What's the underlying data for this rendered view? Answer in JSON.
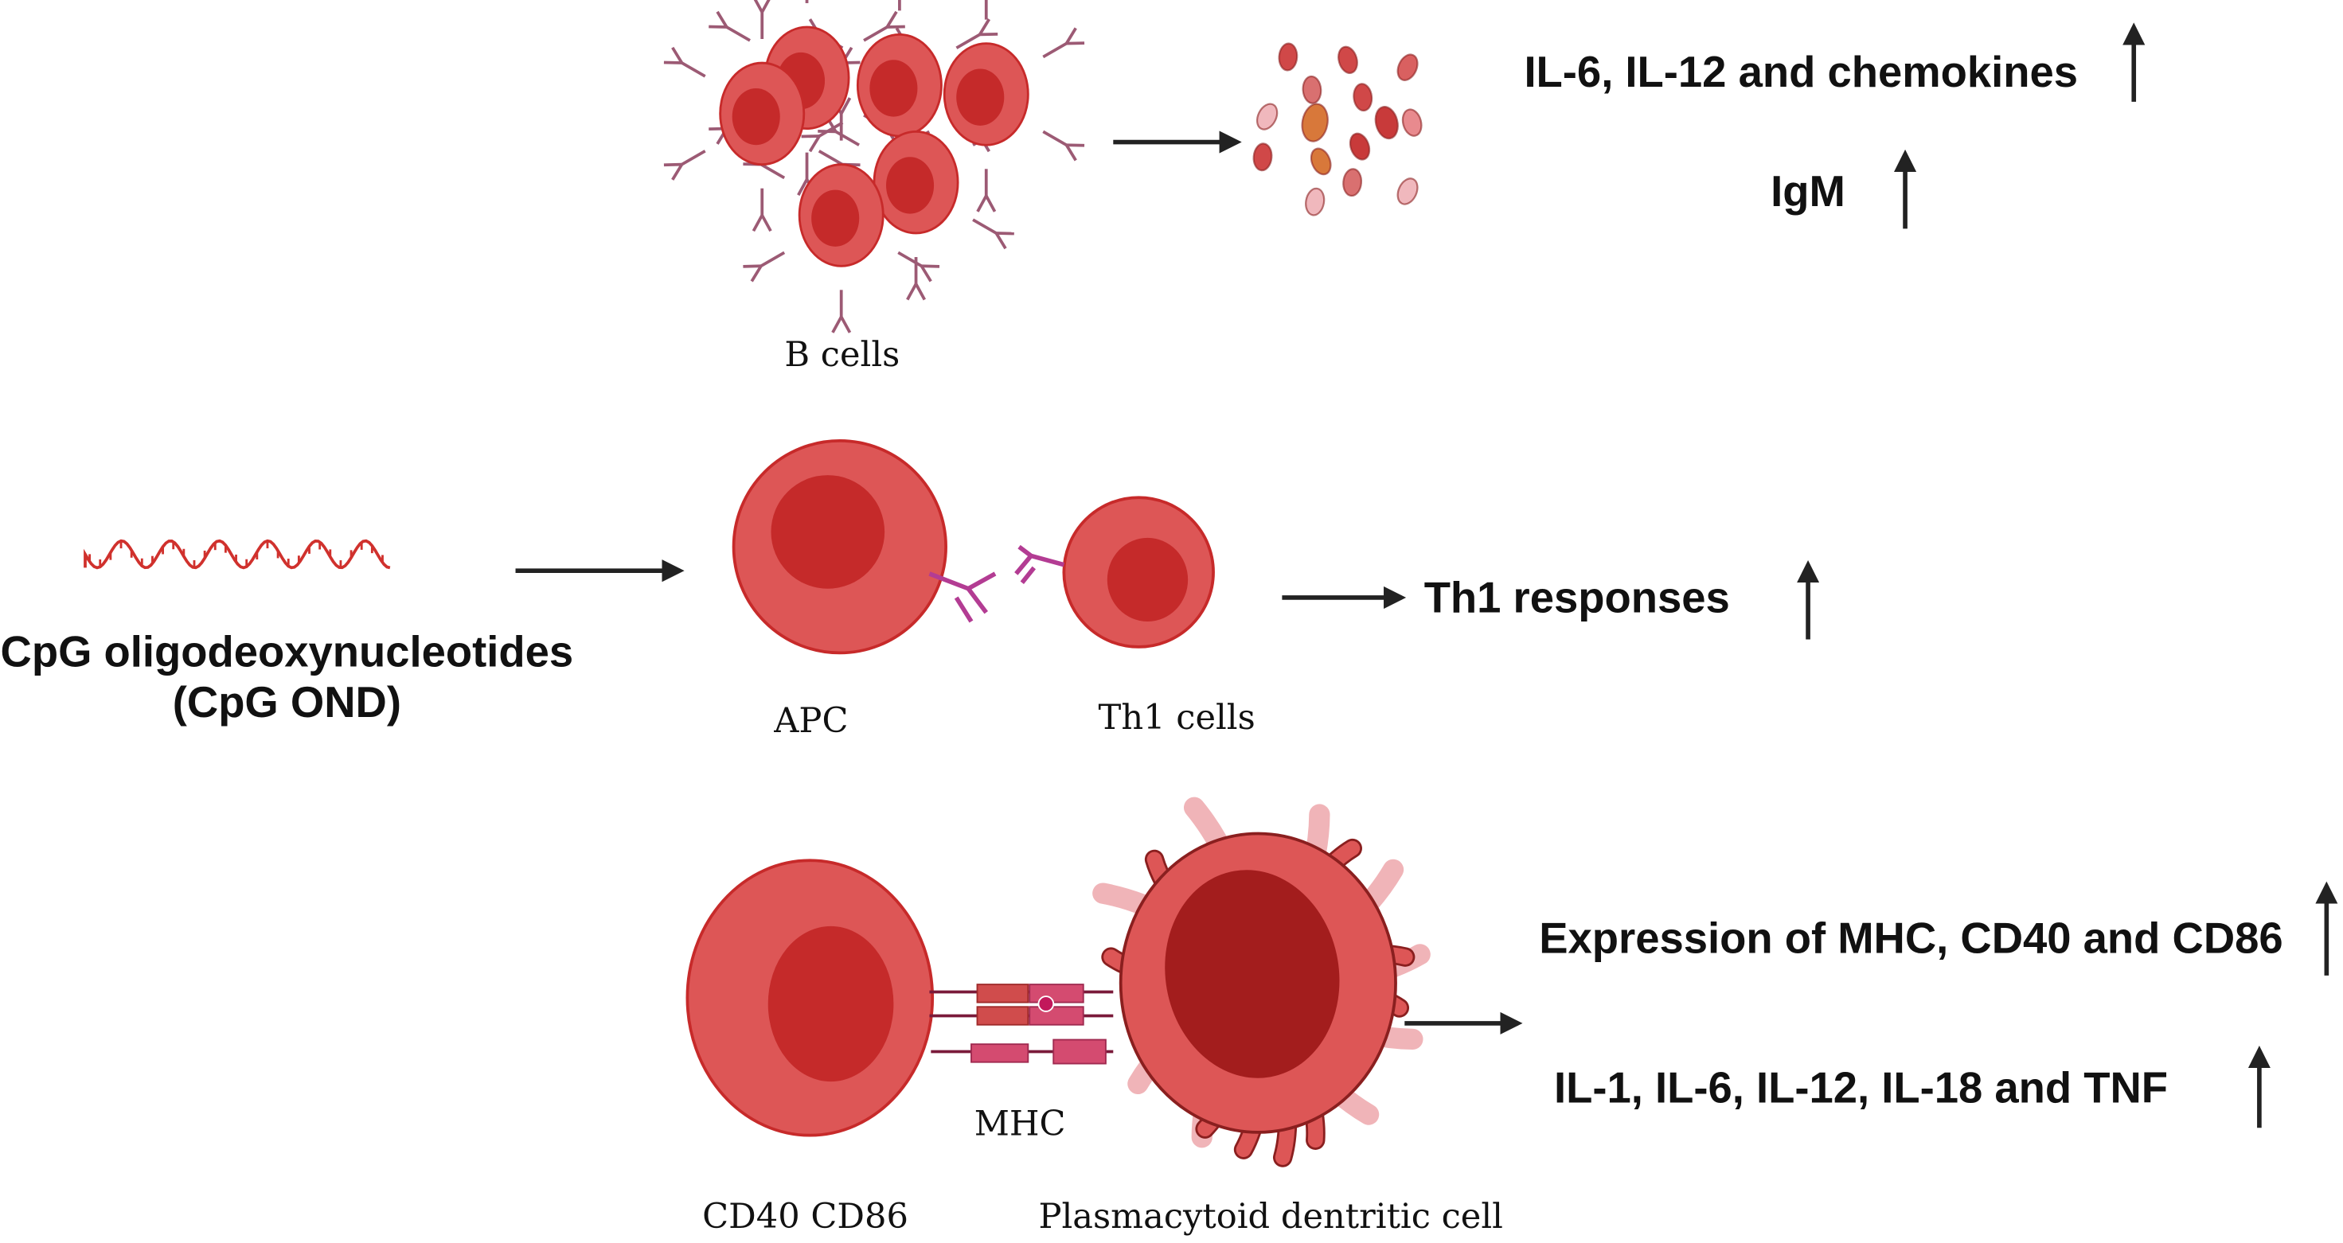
{
  "colors": {
    "cell_body": "#dd5656",
    "cell_nucleus": "#c52a2a",
    "cell_outline": "#c72a2a",
    "dendritic_nucleus": "#a31d1d",
    "antibody": "#9c5a74",
    "antibody_magenta": "#b33c93",
    "cytokine_orange": "#d8783a",
    "arrow": "#222222"
  },
  "top_row": {
    "cell_label": "B cells",
    "outcome_1": "IL-6, IL-12 and chemokines",
    "outcome_2": "IgM"
  },
  "middle_row": {
    "stimulus_line_1": "CpG oligodeoxynucleotides",
    "stimulus_line_2": "(CpG OND)",
    "apc_label": "APC",
    "th1_label": "Th1 cells",
    "outcome": "Th1 responses"
  },
  "bottom_row": {
    "mhc_label": "MHC",
    "markers_label": "CD40 CD86",
    "dendritic_label": "Plasmacytoid dentritic cell",
    "outcome_1": "Expression of MHC, CD40 and CD86",
    "outcome_2": "IL-1, IL-6, IL-12, IL-18 and TNF"
  }
}
